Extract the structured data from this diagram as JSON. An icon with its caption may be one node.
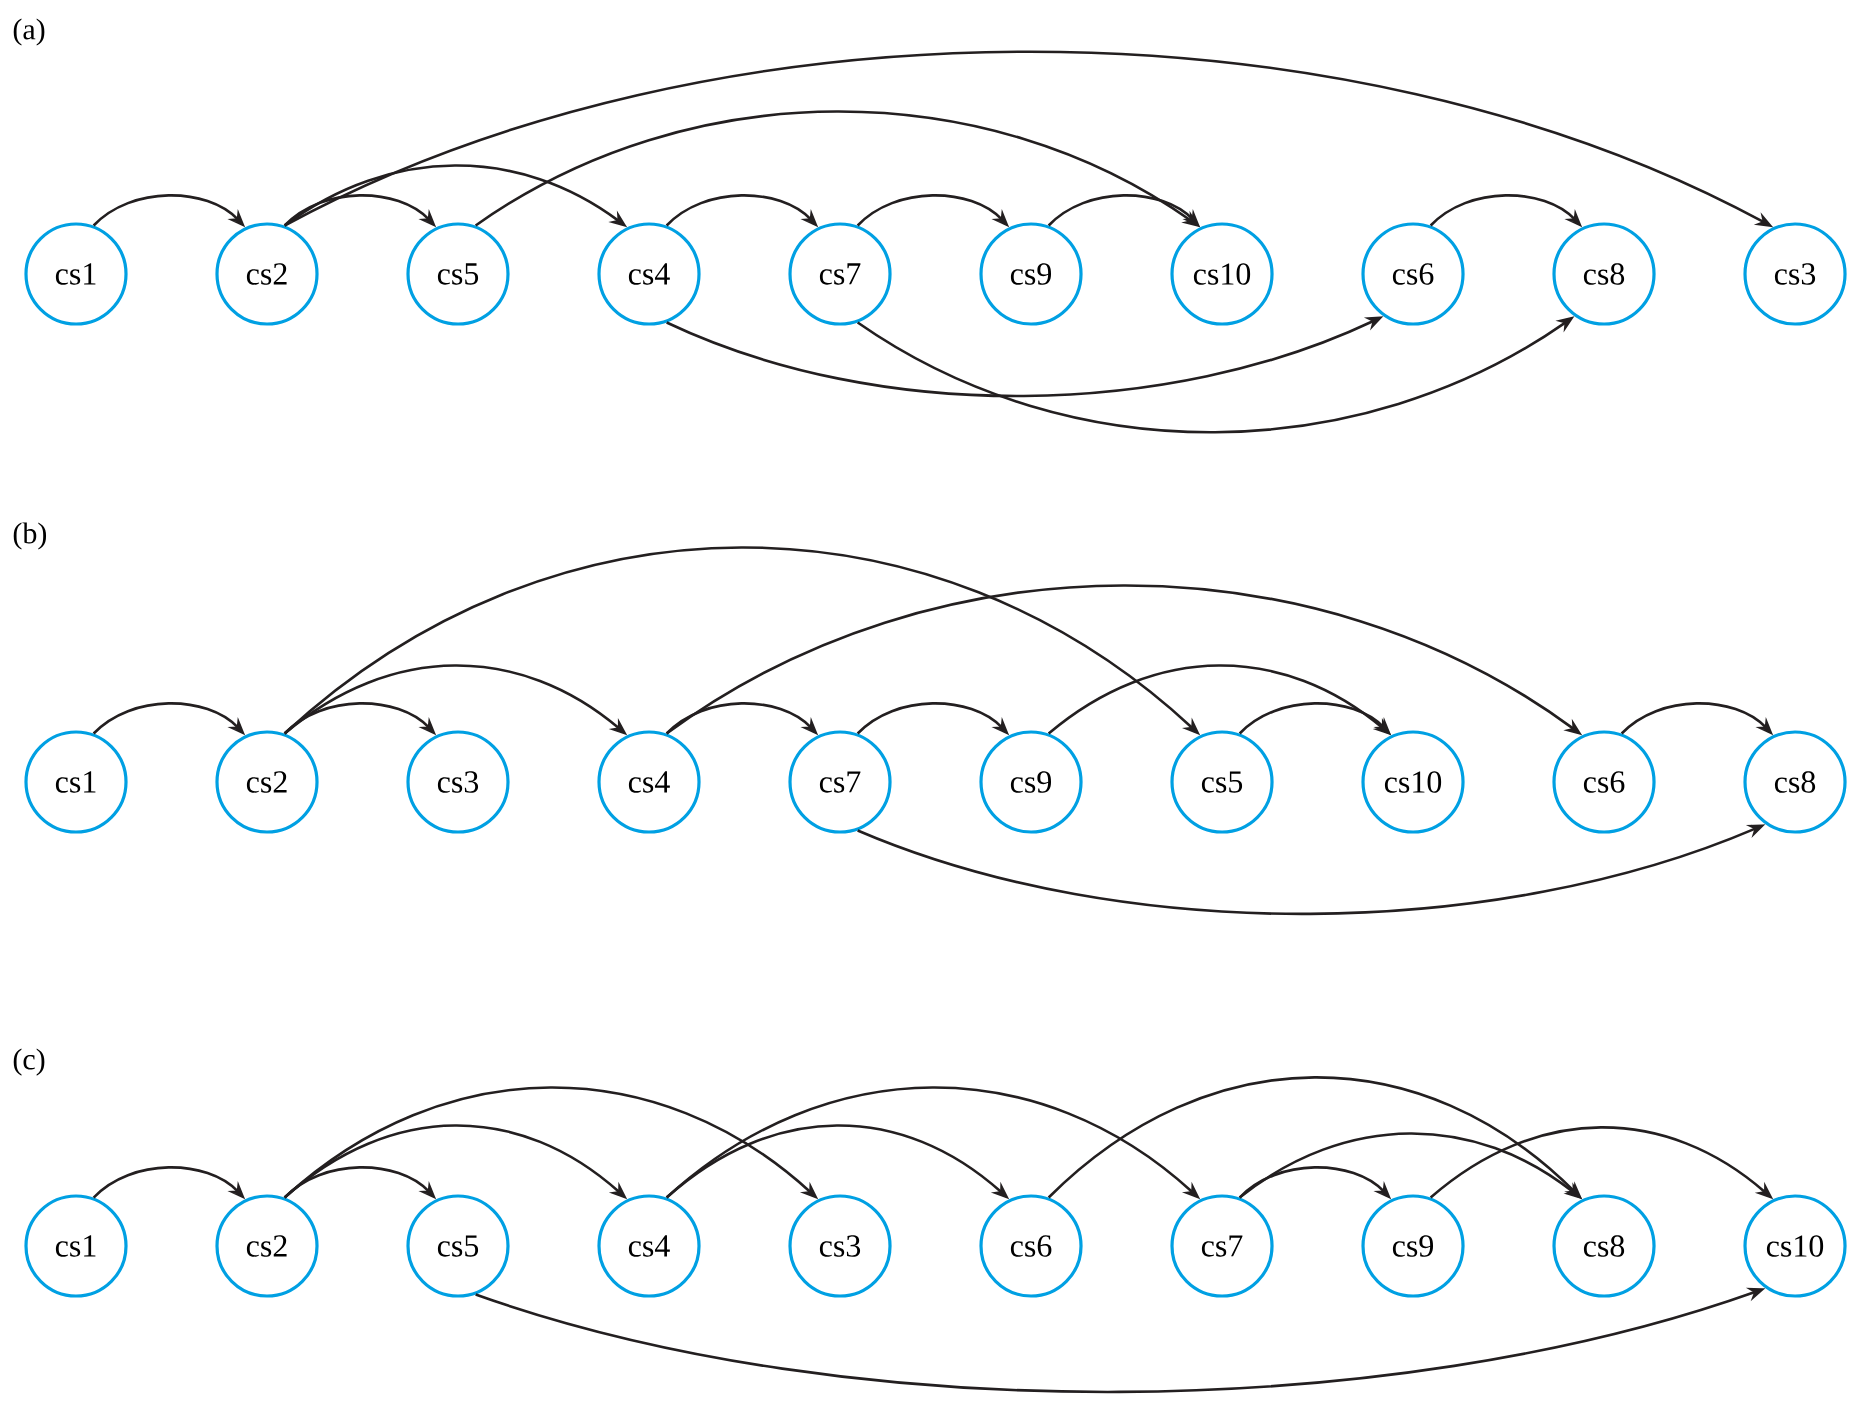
{
  "diagram": {
    "nodes": [
      {
        "text": [
          "cs1"
        ]
      },
      {
        "text": [
          "cs2"
        ]
      },
      {
        "text": [
          "cs5"
        ]
      },
      {
        "text": [
          "cs4"
        ]
      },
      {
        "text": [
          "cs7"
        ]
      },
      {
        "text": [
          "cs9"
        ]
      },
      {
        "text": [
          "cs10"
        ]
      },
      {
        "text": [
          "cs6"
        ]
      },
      {
        "text": [
          "cs8"
        ]
      },
      {
        "text": [
          "cs3"
        ]
      },
      {
        "text": [
          "cs1"
        ]
      },
      {
        "text": [
          "cs2"
        ]
      },
      {
        "text": [
          "cs3"
        ]
      },
      {
        "text": [
          "cs4"
        ]
      },
      {
        "text": [
          "cs7"
        ]
      },
      {
        "text": [
          "cs9"
        ]
      },
      {
        "text": [
          "cs5"
        ]
      },
      {
        "text": [
          "cs10"
        ]
      },
      {
        "text": [
          "cs6"
        ]
      },
      {
        "text": [
          "cs8"
        ]
      },
      {
        "text": [
          "cs1"
        ]
      },
      {
        "text": [
          "cs2"
        ]
      },
      {
        "text": [
          "cs5"
        ]
      },
      {
        "text": [
          "cs4"
        ]
      },
      {
        "text": [
          "cs3"
        ]
      },
      {
        "text": [
          "cs6"
        ]
      },
      {
        "text": [
          "cs7"
        ]
      },
      {
        "text": [
          "cs9"
        ]
      },
      {
        "text": [
          "cs8"
        ]
      },
      {
        "text": [
          "cs10"
        ]
      }
    ],
    "edges": [
      {
        "from": 0,
        "to": 1,
        "arrow": "to"
      },
      {
        "from": 1,
        "to": 2,
        "arrow": "to"
      },
      {
        "from": 1,
        "to": 3,
        "arrow": "to"
      },
      {
        "from": 1,
        "to": 9,
        "arrow": "to"
      },
      {
        "from": 2,
        "to": 6,
        "arrow": "to"
      },
      {
        "from": 3,
        "to": 4,
        "arrow": "to"
      },
      {
        "from": 4,
        "to": 5,
        "arrow": "to"
      },
      {
        "from": 5,
        "to": 6,
        "arrow": "to"
      },
      {
        "from": 3,
        "to": 7,
        "arrow": "to"
      },
      {
        "from": 4,
        "to": 8,
        "arrow": "to"
      },
      {
        "from": 7,
        "to": 8,
        "arrow": "to"
      },
      {
        "from": 10,
        "to": 11,
        "arrow": "to"
      },
      {
        "from": 11,
        "to": 12,
        "arrow": "to"
      },
      {
        "from": 11,
        "to": 13,
        "arrow": "to"
      },
      {
        "from": 11,
        "to": 16,
        "arrow": "to"
      },
      {
        "from": 13,
        "to": 14,
        "arrow": "to"
      },
      {
        "from": 13,
        "to": 18,
        "arrow": "to"
      },
      {
        "from": 14,
        "to": 15,
        "arrow": "to"
      },
      {
        "from": 15,
        "to": 17,
        "arrow": "to"
      },
      {
        "from": 16,
        "to": 17,
        "arrow": "to"
      },
      {
        "from": 18,
        "to": 19,
        "arrow": "to"
      },
      {
        "from": 14,
        "to": 19,
        "arrow": "to"
      },
      {
        "from": 20,
        "to": 21,
        "arrow": "to"
      },
      {
        "from": 21,
        "to": 22,
        "arrow": "to"
      },
      {
        "from": 21,
        "to": 23,
        "arrow": "to"
      },
      {
        "from": 21,
        "to": 24,
        "arrow": "to"
      },
      {
        "from": 23,
        "to": 25,
        "arrow": "to"
      },
      {
        "from": 23,
        "to": 26,
        "arrow": "to"
      },
      {
        "from": 25,
        "to": 28,
        "arrow": "to"
      },
      {
        "from": 26,
        "to": 27,
        "arrow": "to"
      },
      {
        "from": 26,
        "to": 28,
        "arrow": "to"
      },
      {
        "from": 27,
        "to": 29,
        "arrow": "to"
      },
      {
        "from": 22,
        "to": 29,
        "arrow": "to"
      }
    ],
    "labels": [
      "(a)",
      "(b)",
      "(c)"
    ]
  }
}
